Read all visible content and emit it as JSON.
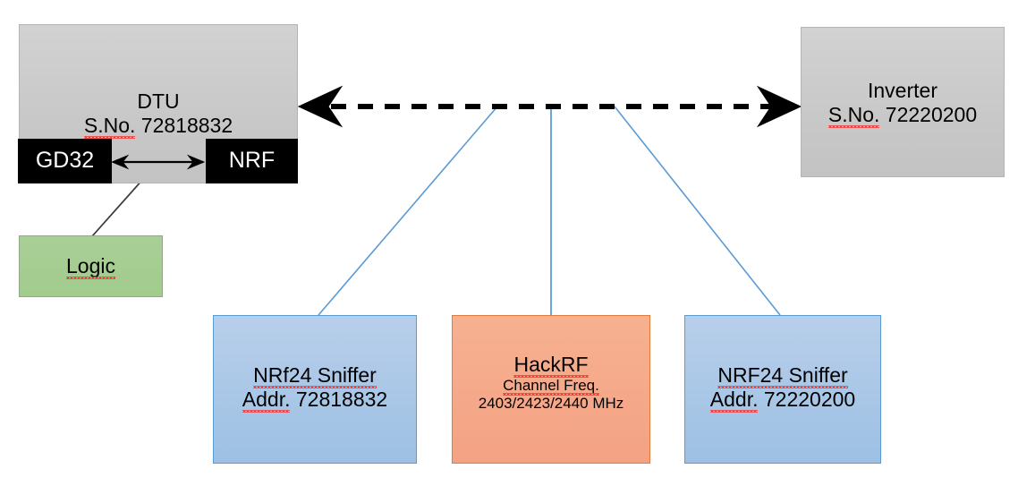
{
  "diagram": {
    "title": "",
    "colors": {
      "grey_fill": "#c8c8c8",
      "black_fill": "#000000",
      "green_fill": "#a2cb8e",
      "blue_fill": "#9dc0e4",
      "orange_fill": "#f4a284",
      "blue_line": "#5b9bd5",
      "black_line": "#000000"
    },
    "nodes": {
      "dtu": {
        "label_line1": "DTU",
        "label_line2_prefix": "S.No.",
        "label_line2_value": "72818832"
      },
      "gd32": {
        "label": "GD32"
      },
      "nrf": {
        "label": "NRF"
      },
      "logic": {
        "label": "Logic"
      },
      "inverter": {
        "label_line1": "Inverter",
        "label_line2_prefix": "S.No.",
        "label_line2_value": "72220200"
      },
      "sniffer_left": {
        "label_line1": "NRf24 Sniffer",
        "label_line2_prefix": "Addr.",
        "label_line2_value": "72818832"
      },
      "hackrf": {
        "title": "HackRF",
        "sub_line1": "Channel Freq.",
        "sub_line2": "2403/2423/2440 MHz"
      },
      "sniffer_right": {
        "label_line1": "NRF24 Sniffer",
        "label_line2_prefix": "Addr.",
        "label_line2_value": "72220200"
      }
    },
    "connectors": {
      "dtu_inverter": {
        "style": "dashed",
        "arrows": "both"
      },
      "gd32_nrf": {
        "style": "solid",
        "arrows": "both"
      },
      "logic_tap": {
        "style": "solid",
        "arrows": "none"
      },
      "sniffer_left_tap": {
        "style": "solid",
        "arrows": "none"
      },
      "hackrf_tap": {
        "style": "solid",
        "arrows": "none"
      },
      "sniffer_right_tap": {
        "style": "solid",
        "arrows": "none"
      }
    }
  }
}
